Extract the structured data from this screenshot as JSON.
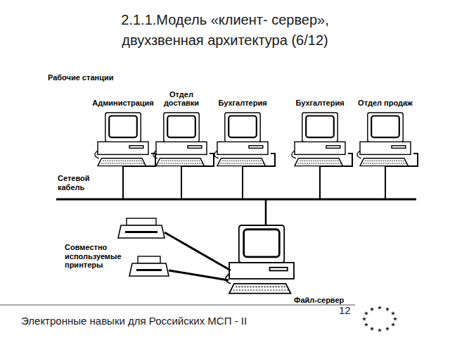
{
  "diagram": {
    "title": "2.1.1.Модель «клиент- сервер», двухзвенная архитектура (6/12)",
    "labels": [
      "Рабочие станции",
      "Администрация",
      "Отдел доставки",
      "Бухгалтерия",
      "Бухгалтерия",
      "Отдел продаж",
      "Сетевой кабель",
      "Совместно используемые принтеры",
      "Файл-сервер",
      "Электронные навыки для Российских МСП - II",
      "12"
    ]
  }
}
